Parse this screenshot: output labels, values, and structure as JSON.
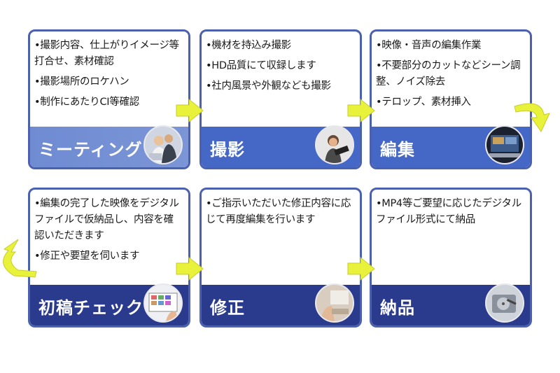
{
  "colors": {
    "border": "#4b61b0",
    "band_row1_light": "#7b95d6",
    "band_row1_mid": "#4567c6",
    "band_row2": "#2a3a8c",
    "arrow_yellow": "#e8f23a"
  },
  "steps": [
    {
      "title": "ミーティング",
      "items": [
        "•撮影内容、仕上がりイメージ等打合せ、素材確認",
        "•撮影場所のロケハン",
        "•制作にあたりCI等確認"
      ],
      "icon": "meeting-photo"
    },
    {
      "title": "撮影",
      "items": [
        "•機材を持込み撮影",
        "•HD品質にて収録します",
        "•社内風景や外観なども撮影"
      ],
      "icon": "filming-photo"
    },
    {
      "title": "編集",
      "items": [
        "•映像・音声の編集作業",
        "•不要部分のカットなどシーン調整、ノイズ除去",
        "•テロップ、素材挿入"
      ],
      "icon": "editing-photo"
    },
    {
      "title": "初稿チェック",
      "items": [
        "•編集の完了した映像をデジタルファイルで仮納品し、内容を確認いただきます",
        "•修正や要望を伺います"
      ],
      "icon": "review-photo"
    },
    {
      "title": "修正",
      "items": [
        "•ご指示いただいた修正内容に応じて再度編集を行います"
      ],
      "icon": "revision-photo"
    },
    {
      "title": "納品",
      "items": [
        "•MP4等ご要望に応じたデジタルファイル形式にて納品"
      ],
      "icon": "delivery-photo"
    }
  ]
}
